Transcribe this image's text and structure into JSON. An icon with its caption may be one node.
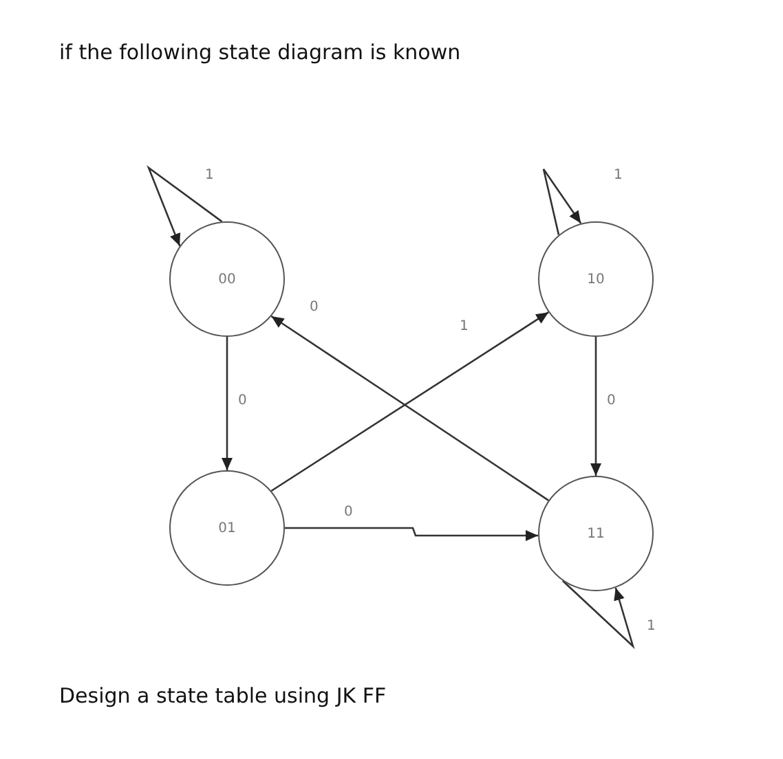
{
  "diagram": {
    "title": "if the following state diagram is known",
    "caption": "Design a state table using JK FF",
    "nodes": [
      {
        "text": [
          "00"
        ]
      },
      {
        "text": [
          "10"
        ]
      },
      {
        "text": [
          "01"
        ]
      },
      {
        "text": [
          "11"
        ]
      }
    ],
    "edges": [
      {
        "from": 0,
        "to": 0,
        "arrow": "to",
        "label": "1"
      },
      {
        "from": 1,
        "to": 1,
        "arrow": "to",
        "label": "1"
      },
      {
        "from": 3,
        "to": 3,
        "arrow": "to",
        "label": "1"
      },
      {
        "from": 0,
        "to": 2,
        "arrow": "to",
        "label": "0"
      },
      {
        "from": 2,
        "to": 1,
        "arrow": "to",
        "label": "1"
      },
      {
        "from": 3,
        "to": 0,
        "arrow": "to",
        "label": "0"
      },
      {
        "from": 1,
        "to": 3,
        "arrow": "to",
        "label": "0"
      },
      {
        "from": 2,
        "to": 3,
        "arrow": "to",
        "label": "0"
      }
    ]
  }
}
